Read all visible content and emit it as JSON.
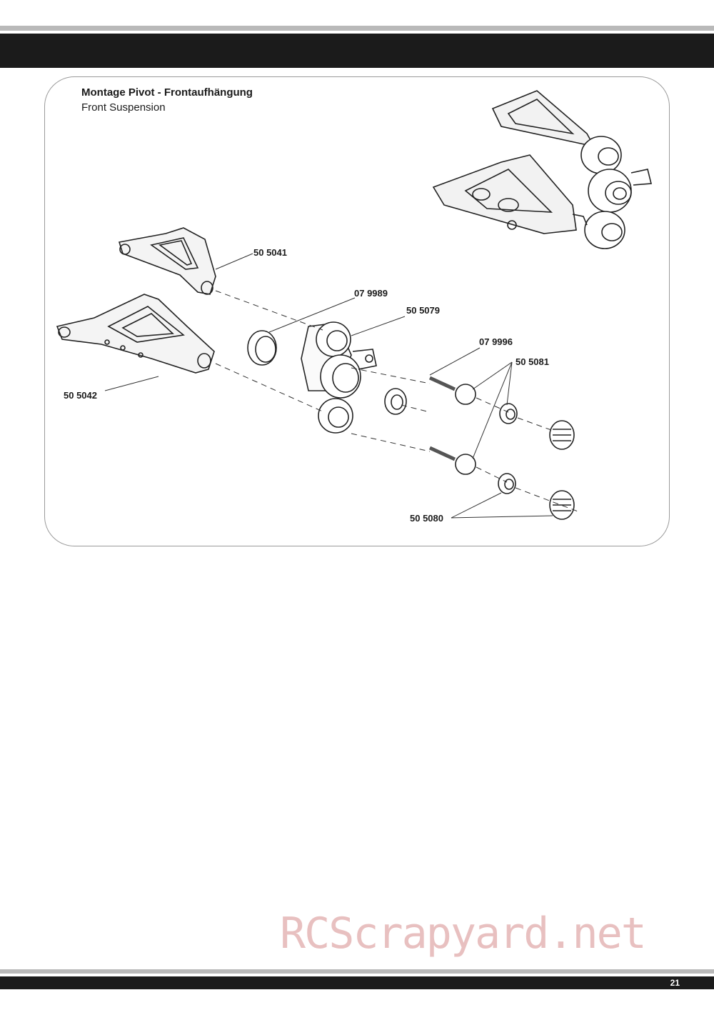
{
  "section": {
    "title": "Montage Pivot - Frontaufhängung",
    "subtitle": "Front Suspension"
  },
  "part_numbers": {
    "upper_arm": "50 5041",
    "lower_arm": "50 5042",
    "bearing": "07 9989",
    "hub_carrier": "50 5079",
    "ball_stud": "07 9996",
    "pivot_ball": "50 5081",
    "set_screw": "50 5080"
  },
  "watermark": "RCScrapyard.net",
  "page_number": "21"
}
